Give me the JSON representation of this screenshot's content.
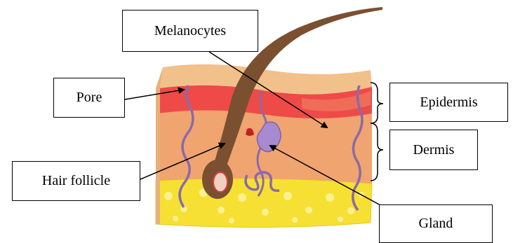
{
  "labels": {
    "melanocytes": "Melanocytes",
    "pore": "Pore",
    "epidermis": "Epidermis",
    "dermis": "Dermis",
    "hair_follicle": "Hair follicle",
    "gland": "Gland"
  },
  "colors": {
    "outer_skin": "#f2c08a",
    "epidermis_red": "#ee4a48",
    "dermis": "#f0a470",
    "fat": "#f8e43a",
    "hair": "#7a5030",
    "vessel": "#8a6aa8",
    "gland": "#a88ad0"
  }
}
